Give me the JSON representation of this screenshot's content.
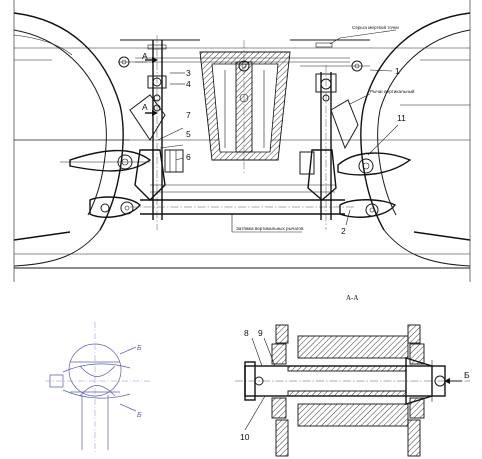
{
  "labels": {
    "section": "А-А",
    "callouts": {
      "n1": "1",
      "n2": "2",
      "n3": "3",
      "n4": "4",
      "n5": "5",
      "n6": "6",
      "n7": "7",
      "n8": "8",
      "n9": "9",
      "n10": "10",
      "n11": "11",
      "A_top": "А",
      "A_bottom": "А",
      "B": "Б"
    },
    "captions": {
      "dead_point": "Серьга мертвой точки",
      "vertical_lever": "Рычаг вертикальный",
      "tie_rod": "Затяжка вертикальных рычагов"
    },
    "detail": {
      "b1": "Б",
      "b2": "Б"
    }
  },
  "colors": {
    "line": "#1a1a1a",
    "detail": "#5a5fb8"
  }
}
